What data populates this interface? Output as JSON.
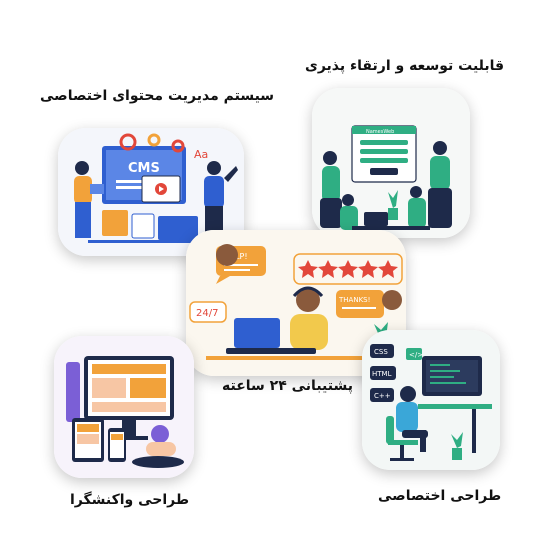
{
  "features": {
    "cms": {
      "label": "سیستم مدیریت محتوای اختصاصی"
    },
    "scalability": {
      "label": "قابلیت توسعه و ارتقاء پذیری"
    },
    "support": {
      "label": "پشتیبانی ۲۴ ساعته"
    },
    "responsive": {
      "label": "طراحی واکنشگرا"
    },
    "custom": {
      "label": "طراحی اختصاصی"
    }
  },
  "illustrations": {
    "cms_screen_text": "CMS",
    "cms_aa_text": "Aa",
    "support_help_text": "HELP!",
    "support_thanks_text": "THANKS!",
    "support_247_text": "24/7",
    "custom_css_text": "CSS",
    "custom_html_text": "HTML",
    "custom_cpp_text": "C++",
    "scal_brand_text": "NamesWeb"
  },
  "colors": {
    "accent_orange": "#f2a23a",
    "accent_blue": "#2f5fd0",
    "accent_green": "#2fae83",
    "accent_purple": "#7b5fd6",
    "dark_navy": "#1e2a4a"
  }
}
